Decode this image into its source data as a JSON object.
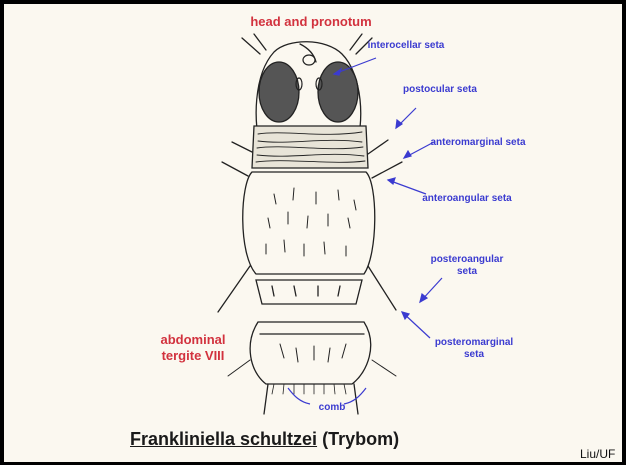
{
  "title": "head and pronotum",
  "labels": {
    "interocellar": "interocellar seta",
    "postocular": "postocular seta",
    "anteromarginal": "anteromarginal seta",
    "anteroangular": "anteroangular seta",
    "posteroangular": "posteroangular seta",
    "posteromarginal": "posteromarginal seta",
    "comb": "comb"
  },
  "abdominal_label": "abdominal tergite VIII",
  "species": {
    "name": "Frankliniella schultzei",
    "author": "(Trybom)"
  },
  "credit": "Liu/UF",
  "colors": {
    "label_blue": "#3b3bd0",
    "title_red": "#d2323e",
    "background": "#fbf8f0",
    "ink": "#1a1a1a"
  }
}
